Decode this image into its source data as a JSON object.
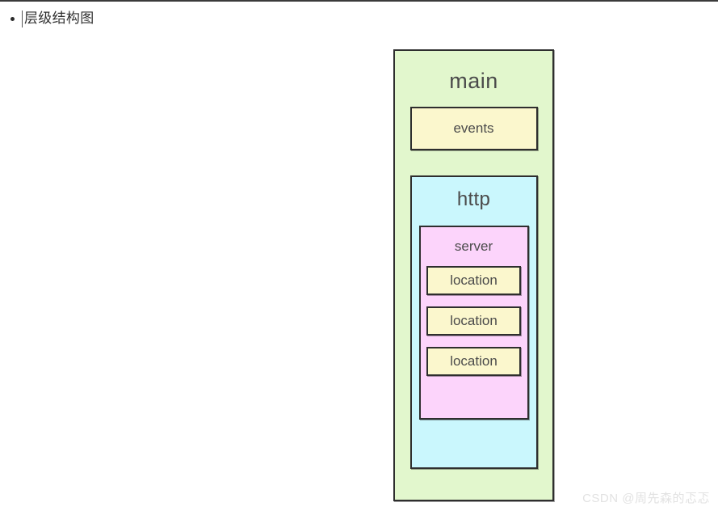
{
  "page": {
    "background": "#ffffff",
    "top_rule_color": "#3a3a3a"
  },
  "bullet_item": {
    "marker": "•",
    "text": "层级结构图",
    "caret_visible": true
  },
  "diagram": {
    "type": "nested-hierarchy",
    "title": "层级结构图",
    "nodes": {
      "main": {
        "label": "main",
        "fill": "#e2f7cd",
        "border": "#2e2e2e",
        "text_color": "#4b4b4b",
        "level": 0
      },
      "events": {
        "label": "events",
        "fill": "#fbf7cd",
        "border": "#2e2e2e",
        "text_color": "#4b4b4b",
        "level": 1
      },
      "http": {
        "label": "http",
        "fill": "#caf7fd",
        "border": "#2e2e2e",
        "text_color": "#4b4b4b",
        "level": 1
      },
      "server": {
        "label": "server",
        "fill": "#fcd4fb",
        "border": "#2e2e2e",
        "text_color": "#4b4b4b",
        "level": 2
      },
      "locations": [
        {
          "label": "location",
          "fill": "#fbf7cd",
          "border": "#2e2e2e",
          "text_color": "#4b4b4b",
          "level": 3
        },
        {
          "label": "location",
          "fill": "#fbf7cd",
          "border": "#2e2e2e",
          "text_color": "#4b4b4b",
          "level": 3
        },
        {
          "label": "location",
          "fill": "#fbf7cd",
          "border": "#2e2e2e",
          "text_color": "#4b4b4b",
          "level": 3
        }
      ]
    }
  },
  "watermark": {
    "text": "CSDN @周先森的忑忑",
    "color": "#e2e2e2"
  }
}
